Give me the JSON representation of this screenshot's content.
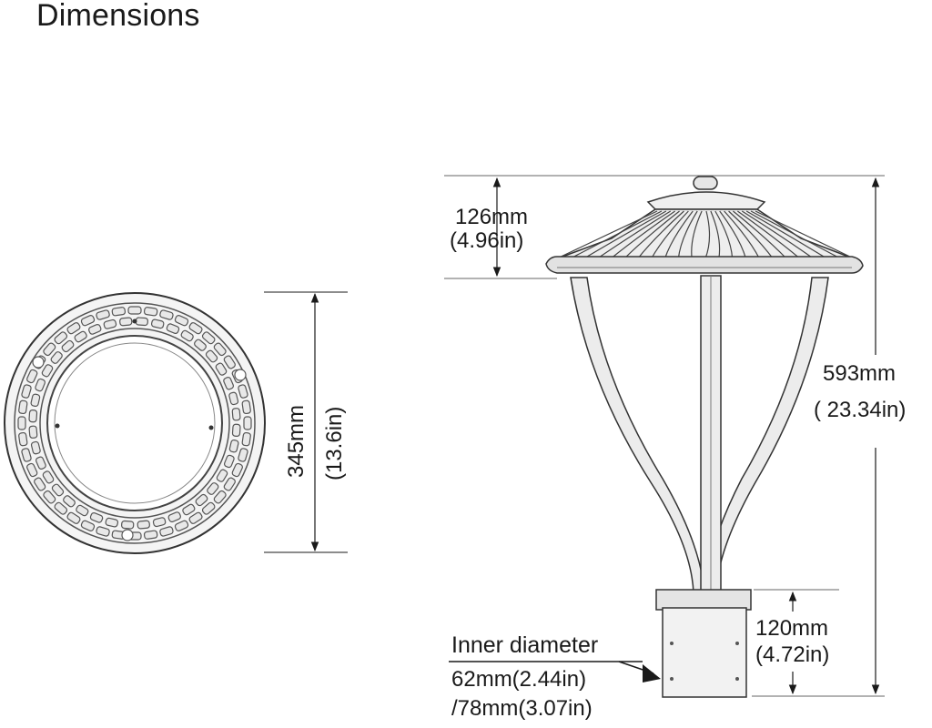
{
  "title": "Dimensions",
  "front_view": {
    "diameter_mm": "345mm",
    "diameter_in": "(13.6in)"
  },
  "side_view": {
    "head_height_mm": "126mm",
    "head_height_in": "(4.96in)",
    "total_height_mm": "593mm",
    "total_height_in": "( 23.34in)",
    "base_height_mm": "120mm",
    "base_height_in": "(4.72in)",
    "inner_diameter_label": "Inner diameter",
    "inner_diameter_1": "62mm(2.44in)",
    "inner_diameter_2": "/78mm(3.07in)"
  }
}
